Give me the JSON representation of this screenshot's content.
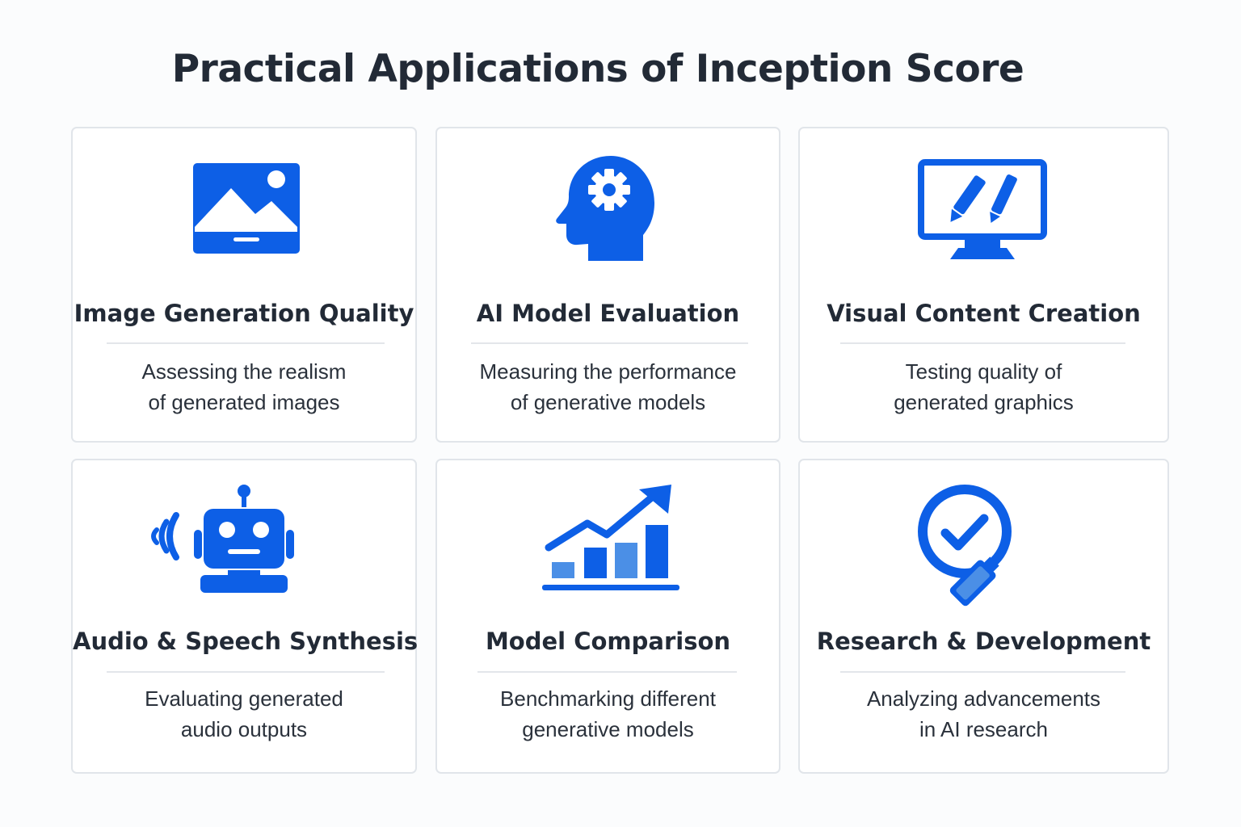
{
  "title": "Practical Applications of Inception Score",
  "colors": {
    "accent": "#0d5fe6",
    "accent_light": "#4b8fe6",
    "text": "#222a36",
    "card_border": "#e1e5ea"
  },
  "cards": [
    {
      "icon": "image-icon",
      "title": "Image Generation Quality",
      "desc_line1": "Assessing the realism",
      "desc_line2": "of generated images"
    },
    {
      "icon": "head-gear-icon",
      "title": "AI Model Evaluation",
      "desc_line1": "Measuring the performance",
      "desc_line2": "of generative models"
    },
    {
      "icon": "monitor-pens-icon",
      "title": "Visual Content Creation",
      "desc_line1": "Testing quality of",
      "desc_line2": "generated graphics"
    },
    {
      "icon": "robot-sound-icon",
      "title": "Audio & Speech Synthesis",
      "desc_line1": "Evaluating generated",
      "desc_line2": "audio outputs"
    },
    {
      "icon": "bar-chart-trend-icon",
      "title": "Model Comparison",
      "desc_line1": "Benchmarking different",
      "desc_line2": "generative models"
    },
    {
      "icon": "magnifier-check-icon",
      "title": "Research & Development",
      "desc_line1": "Analyzing advancements",
      "desc_line2": "in AI research"
    }
  ]
}
